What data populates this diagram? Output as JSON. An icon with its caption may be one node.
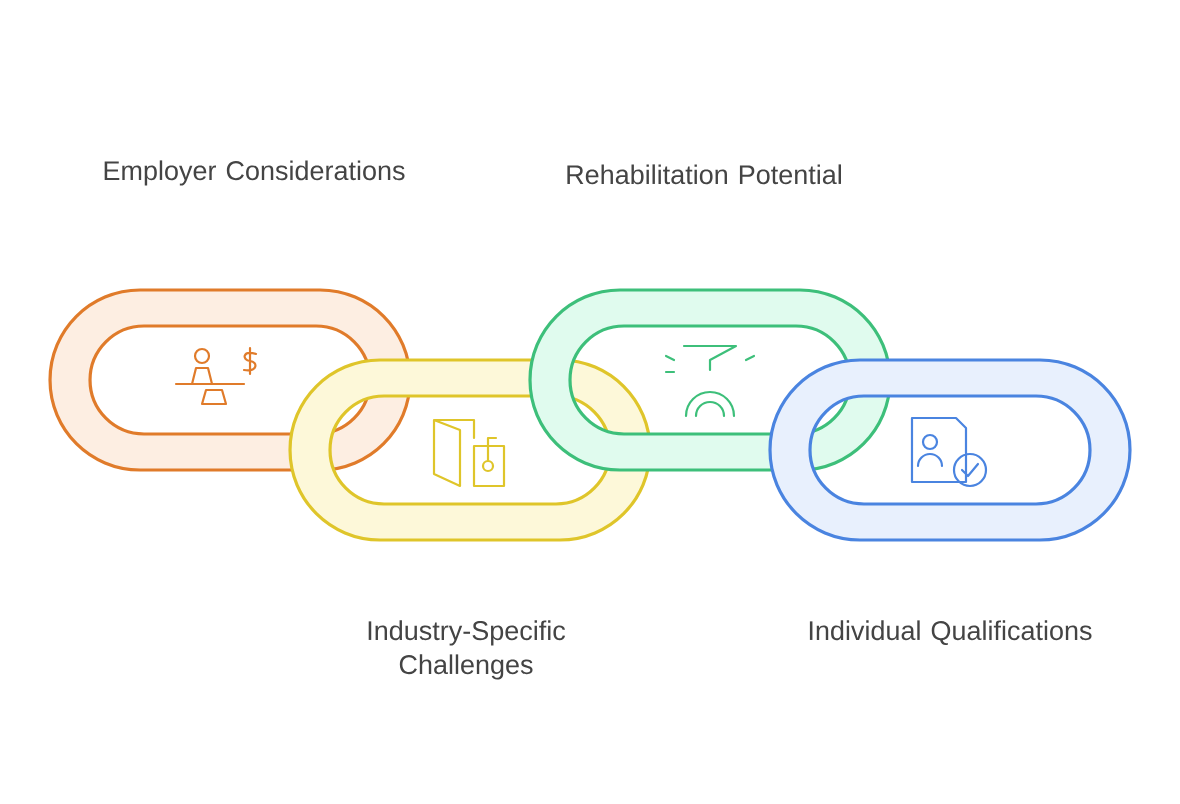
{
  "diagram": {
    "nodes": [
      {
        "text": [
          "Employer Considerations"
        ]
      },
      {
        "text": [
          "Industry-Specific Challenges"
        ]
      },
      {
        "text": [
          "Rehabilitation Potential"
        ]
      },
      {
        "text": [
          "Individual Qualifications"
        ]
      }
    ],
    "edges": []
  }
}
